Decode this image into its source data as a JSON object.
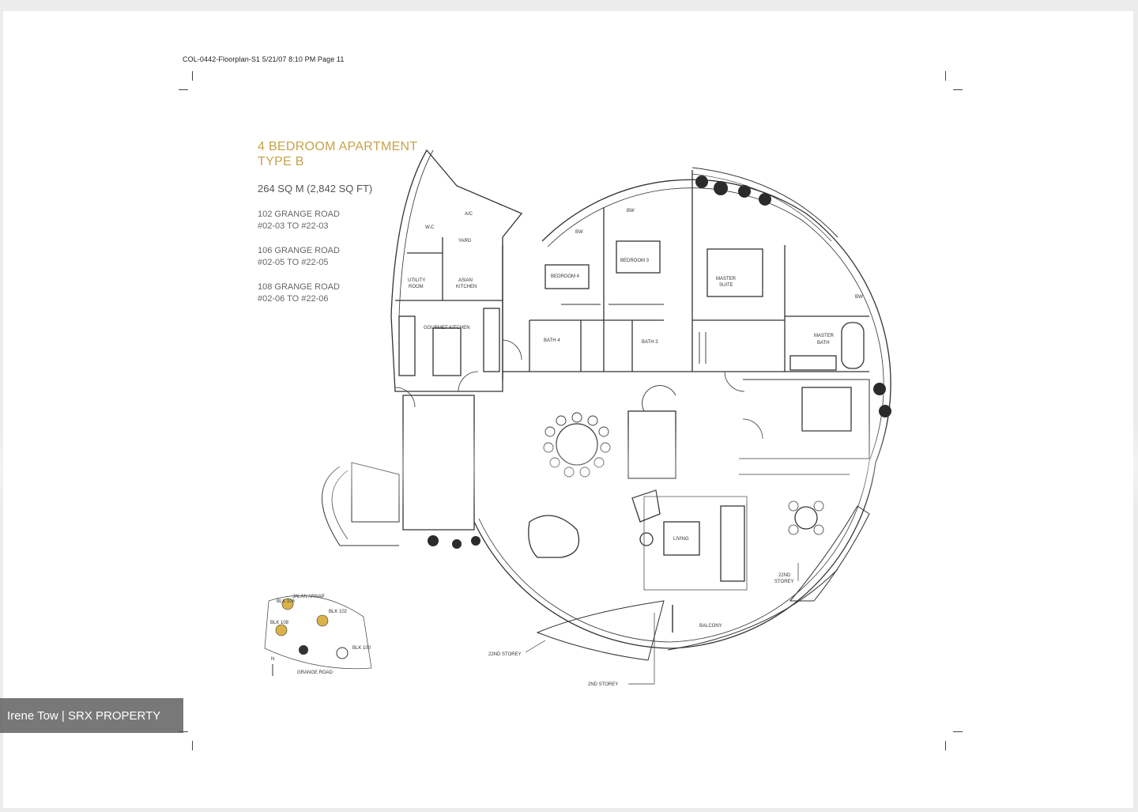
{
  "print_header": "COL-0442-Floorplan-S1 5/21/07 8:10 PM Page 11",
  "title": {
    "line1": "4 BEDROOM APARTMENT",
    "line2": "TYPE B",
    "area": "264 SQ M (2,842 SQ FT)"
  },
  "addresses": [
    {
      "road": "102 GRANGE ROAD",
      "units": "#02-03 TO #22-03"
    },
    {
      "road": "106 GRANGE ROAD",
      "units": "#02-05 TO #22-05"
    },
    {
      "road": "108 GRANGE ROAD",
      "units": "#02-06 TO #22-06"
    }
  ],
  "rooms": {
    "ac": "A/C",
    "wc": "W.C",
    "yard": "YARD",
    "utility_1": "UTILITY",
    "utility_2": "ROOM",
    "asian_kitchen_1": "ASIAN",
    "asian_kitchen_2": "KITCHEN",
    "gourmet_kitchen": "GOURMET KITCHEN",
    "bw_1": "BW",
    "bw_2": "BW",
    "bw_3": "BW",
    "bedroom_4": "BEDROOM 4",
    "bedroom_3": "BEDROOM 3",
    "master_suite_1": "MASTER",
    "master_suite_2": "SUITE",
    "bath_4": "BATH 4",
    "bath_3": "BATH 3",
    "master_bath_1": "MASTER",
    "master_bath_2": "BATH",
    "living": "LIVING",
    "balcony": "BALCONY",
    "storey_22_right_1": "22ND",
    "storey_22_right_2": "STOREY",
    "storey_22_left": "22ND STOREY",
    "storey_2": "2ND STOREY"
  },
  "key_plan": {
    "jalan_arnap": "JALAN ARNAP",
    "blk_106": "BLK 106",
    "blk_102": "BLK 102",
    "blk_108": "BLK 108",
    "blk_100": "BLK 100",
    "grange_road": "GRANGE ROAD",
    "north": "N"
  },
  "watermark": "Irene Tow | SRX PROPERTY",
  "colors": {
    "accent_gold": "#c7a24a",
    "line": "#333333",
    "key_plan_highlight": "#d9b24a"
  }
}
